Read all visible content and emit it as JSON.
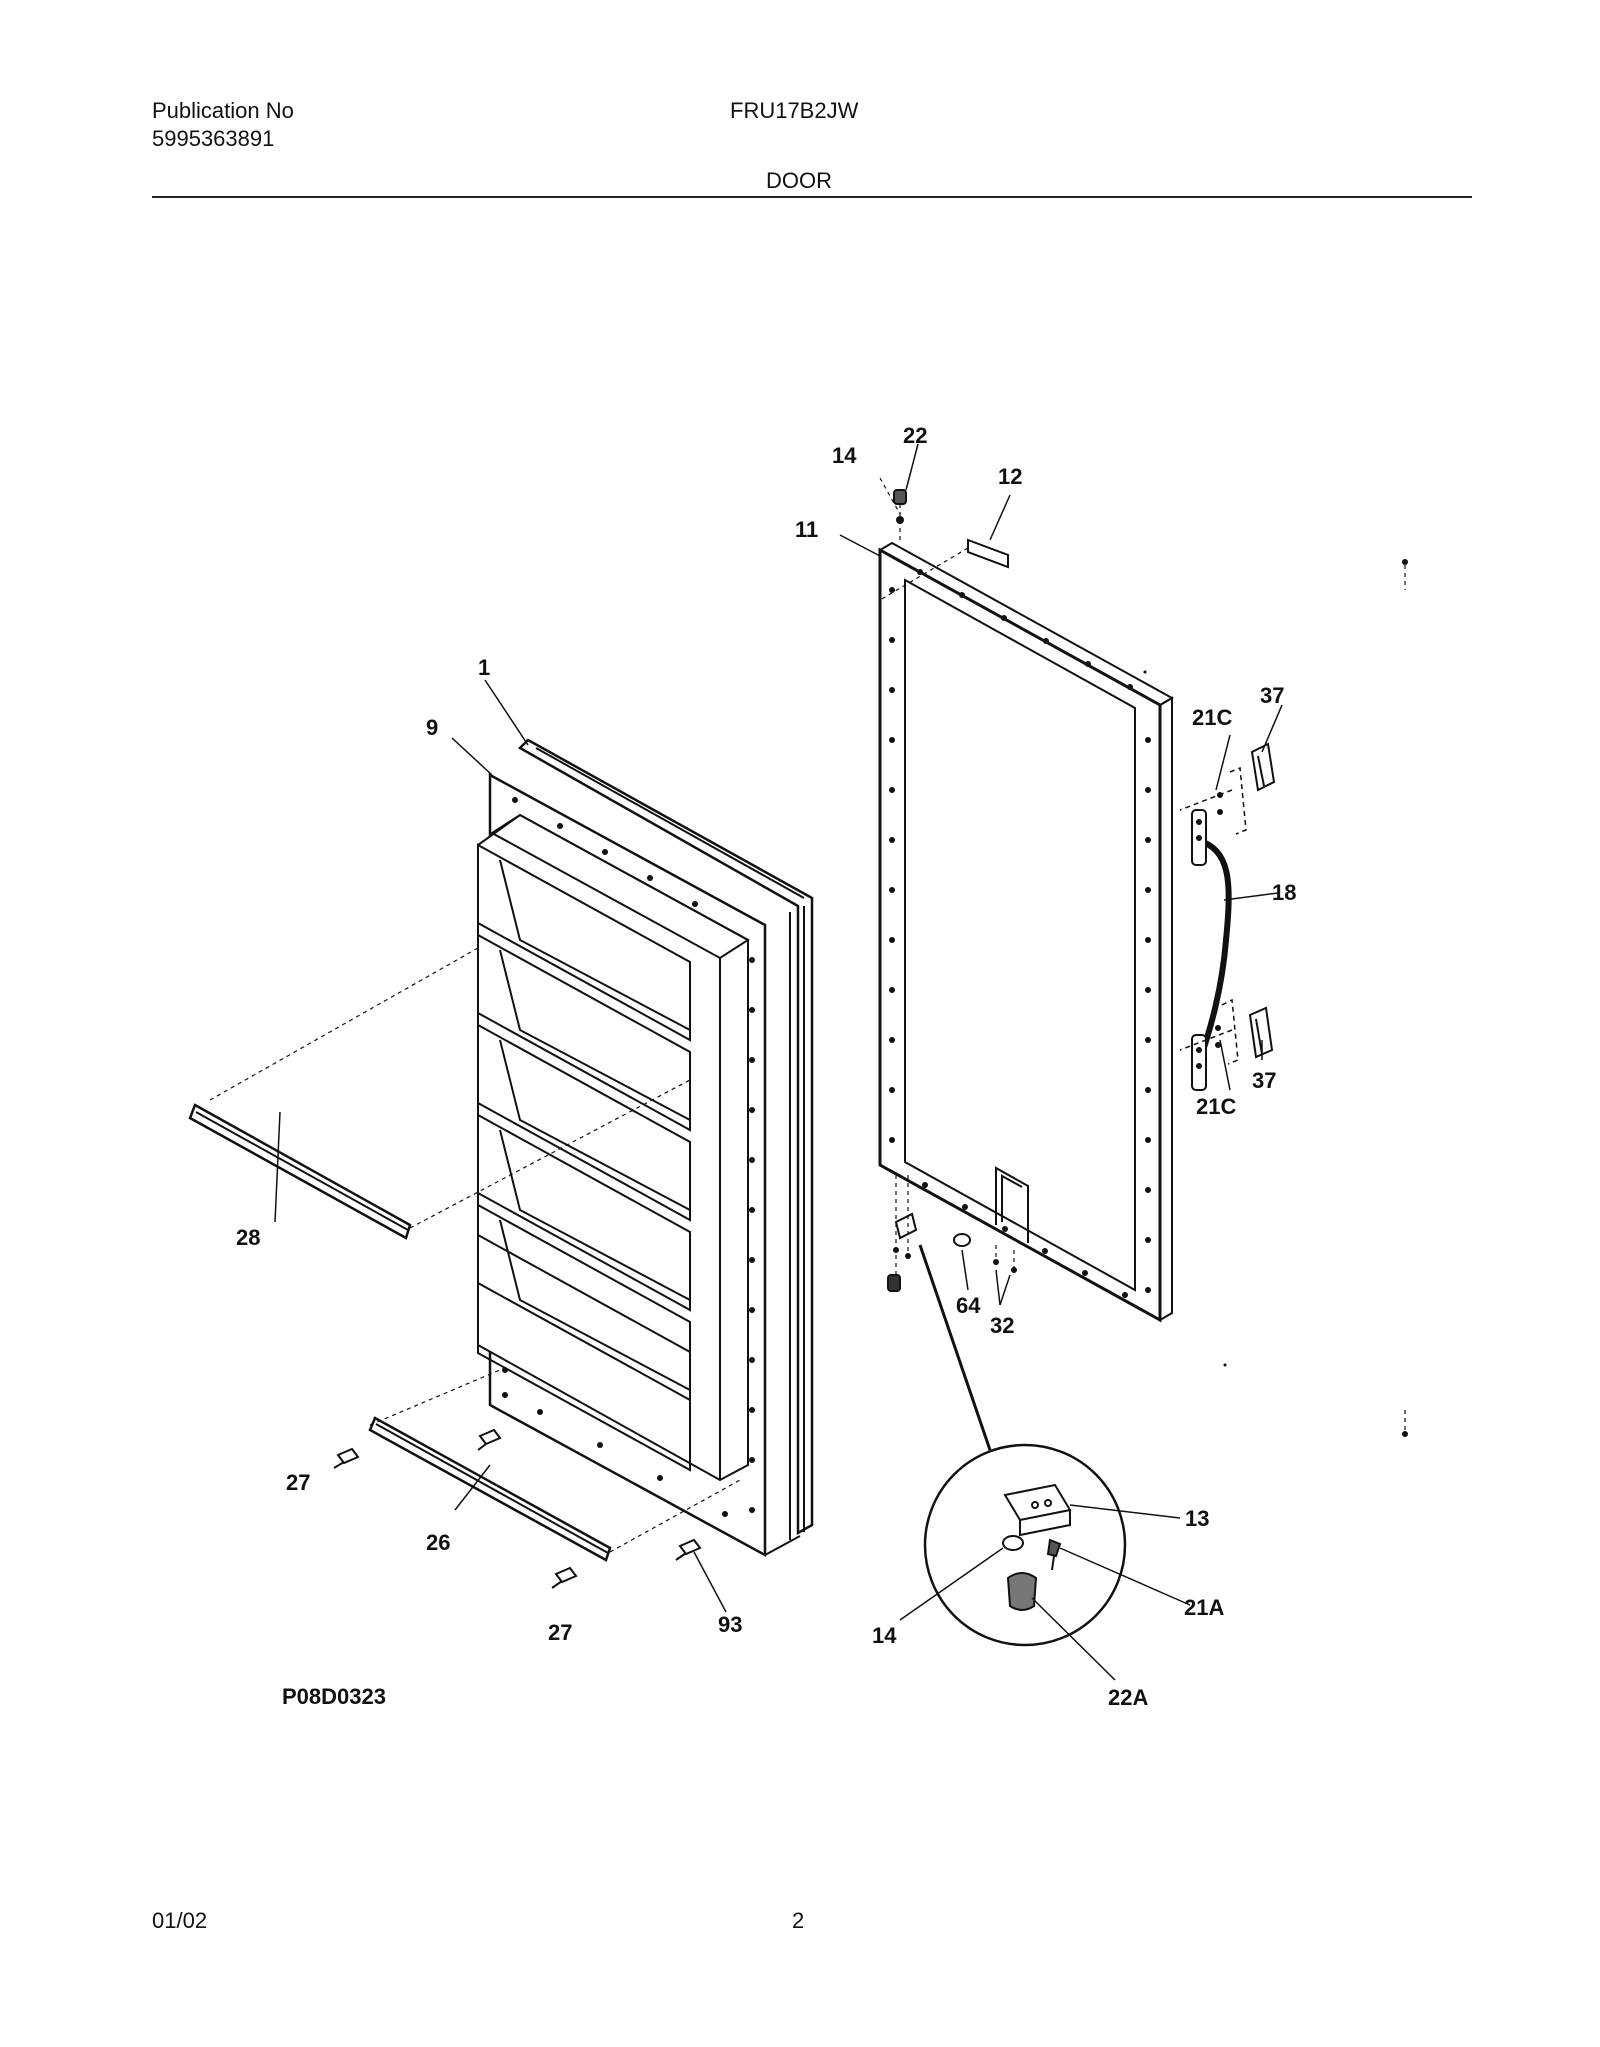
{
  "header": {
    "publication_label": "Publication No",
    "publication_number": "5995363891",
    "model": "FRU17B2JW",
    "section_title": "DOOR"
  },
  "diagram": {
    "figure_code": "P08D0323",
    "callouts": {
      "c1": "1",
      "c9": "9",
      "c11": "11",
      "c12": "12",
      "c14_top": "14",
      "c22": "22",
      "c21c_top": "21C",
      "c37_top": "37",
      "c18": "18",
      "c37_bot": "37",
      "c21c_bot": "21C",
      "c28": "28",
      "c64": "64",
      "c32": "32",
      "c27_left": "27",
      "c26": "26",
      "c27_bot": "27",
      "c93": "93",
      "c13": "13",
      "c21a": "21A",
      "c14_detail": "14",
      "c22a": "22A"
    }
  },
  "footer": {
    "date": "01/02",
    "page": "2"
  }
}
